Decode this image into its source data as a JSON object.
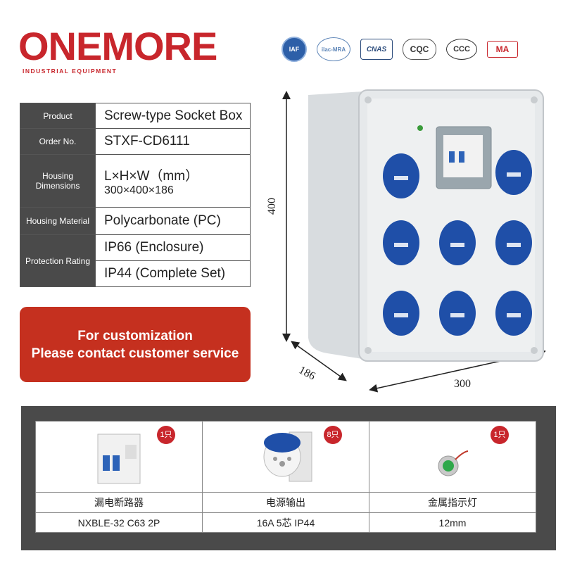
{
  "brand": {
    "name": "ONEMORE",
    "tagline": "INDUSTRIAL EQUIPMENT"
  },
  "certifications": [
    "IAF",
    "ilac-MRA",
    "CNAS",
    "CQC",
    "CCC",
    "MA"
  ],
  "specs": {
    "product_label": "Product",
    "product_value": "Screw-type Socket Box",
    "order_label": "Order No.",
    "order_value": "STXF-CD6111",
    "housing_dim_label_1": "Housing",
    "housing_dim_label_2": "Dimensions",
    "housing_dim_value_1": "L×H×W（mm）",
    "housing_dim_value_2": "300×400×186",
    "material_label": "Housing Material",
    "material_value": "Polycarbonate (PC)",
    "protection_label": "Protection Rating",
    "protection_value_1": "IP66 (Enclosure)",
    "protection_value_2": "IP44 (Complete Set)"
  },
  "banner": {
    "line1": "For customization",
    "line2": "Please contact customer service"
  },
  "dimensions": {
    "height": "400",
    "depth": "186",
    "width": "300"
  },
  "components": [
    {
      "name": "漏电断路器",
      "spec": "NXBLE-32 C63 2P",
      "qty": "1只"
    },
    {
      "name": "电源输出",
      "spec": "16A 5芯 IP44",
      "qty": "8只"
    },
    {
      "name": "金属指示灯",
      "spec": "12mm",
      "qty": "1只"
    }
  ],
  "colors": {
    "brand_red": "#c8262c",
    "banner_red": "#c5301f",
    "label_gray": "#4a4a4a",
    "socket_blue": "#1f4fa8"
  }
}
